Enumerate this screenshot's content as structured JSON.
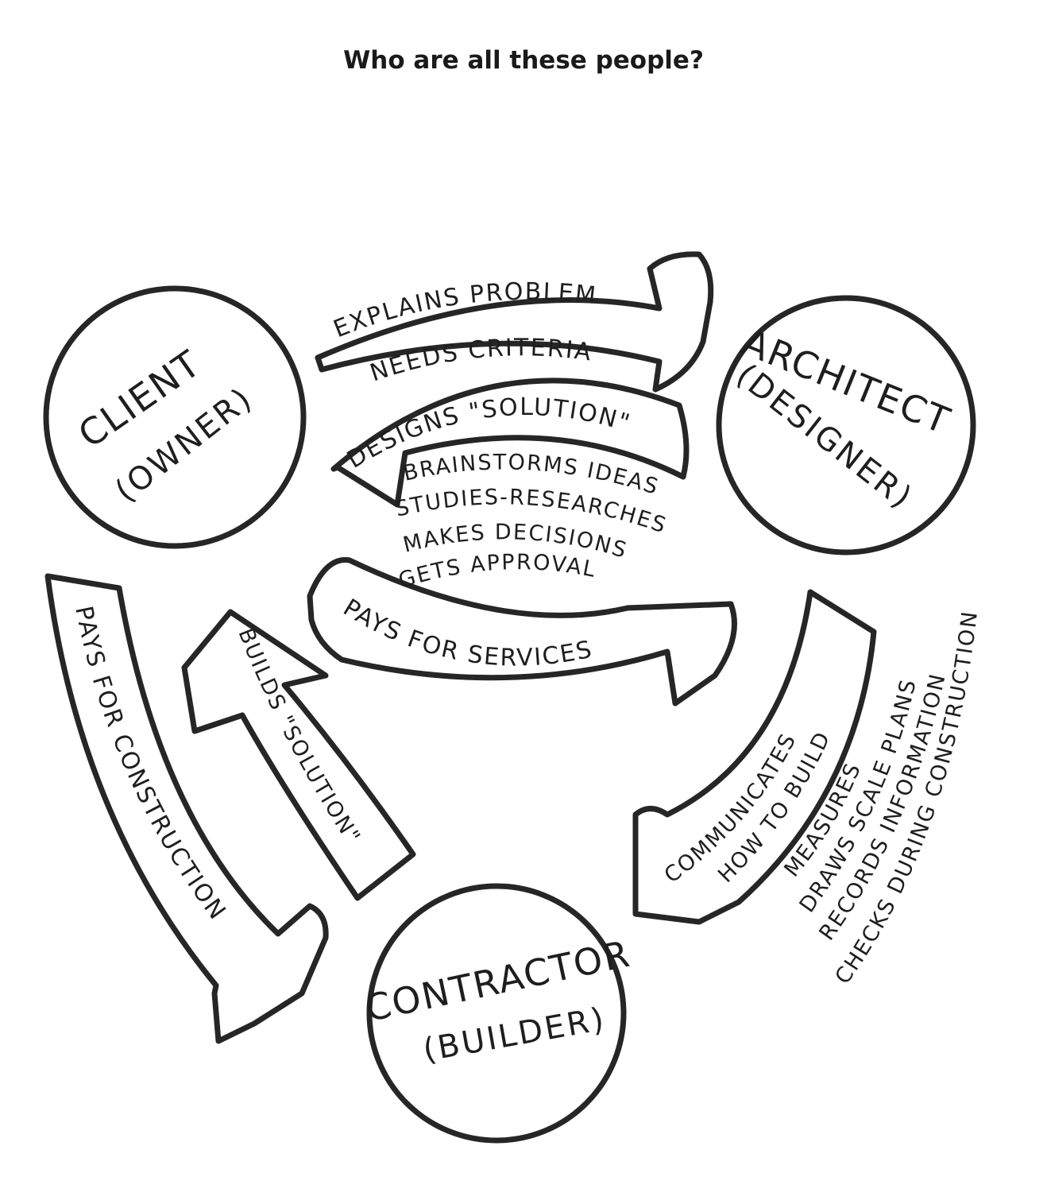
{
  "title": "Who are all these people?",
  "nodes": {
    "client": {
      "name": "CLIENT",
      "role": "(OWNER)"
    },
    "architect": {
      "name": "ARCHITECT",
      "role": "(DESIGNER)"
    },
    "contractor": {
      "name": "CONTRACTOR",
      "role": "(BUILDER)"
    }
  },
  "arrows": {
    "explains": {
      "line1": "EXPLAINS PROBLEM",
      "line2": "NEEDS CRITERIA"
    },
    "designs": {
      "label": "DESIGNS \"SOLUTION\""
    },
    "pays_services": {
      "label": "PAYS FOR SERVICES"
    },
    "pays_construction": {
      "label": "PAYS FOR CONSTRUCTION"
    },
    "builds": {
      "label": "BUILDS \"SOLUTION\""
    },
    "communicates": {
      "line1": "COMMUNICATES",
      "line2": "HOW TO BUILD"
    }
  },
  "design_activities": [
    "BRAINSTORMS IDEAS",
    "STUDIES-RESEARCHES",
    "MAKES DECISIONS",
    "GETS APPROVAL"
  ],
  "construction_activities": [
    "MEASURES",
    "DRAWS SCALE PLANS",
    "RECORDS INFORMATION",
    "CHECKS DURING CONSTRUCTION"
  ]
}
